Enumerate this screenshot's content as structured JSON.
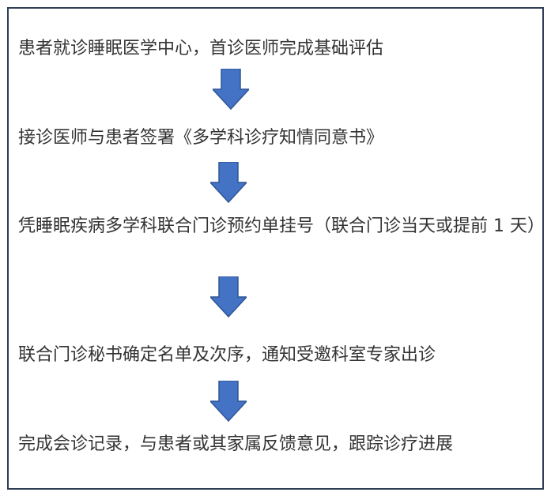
{
  "steps": [
    {
      "text": "患者就诊睡眠医学中心，首诊医师完成基础评估"
    },
    {
      "text": "接诊医师与患者签署《多学科诊疗知情同意书》"
    },
    {
      "text": "凭睡眠疾病多学科联合门诊预约单挂号（联合门诊当天或提前 1 天）"
    },
    {
      "text": "联合门诊秘书确定名单及次序，通知受邀科室专家出诊"
    },
    {
      "text": "完成会诊记录，与患者或其家属反馈意见，跟踪诊疗进展"
    }
  ],
  "colors": {
    "arrow_fill": "#4472c4",
    "arrow_stroke": "#2f5597",
    "border": "#2f3e55",
    "text": "#333333"
  }
}
